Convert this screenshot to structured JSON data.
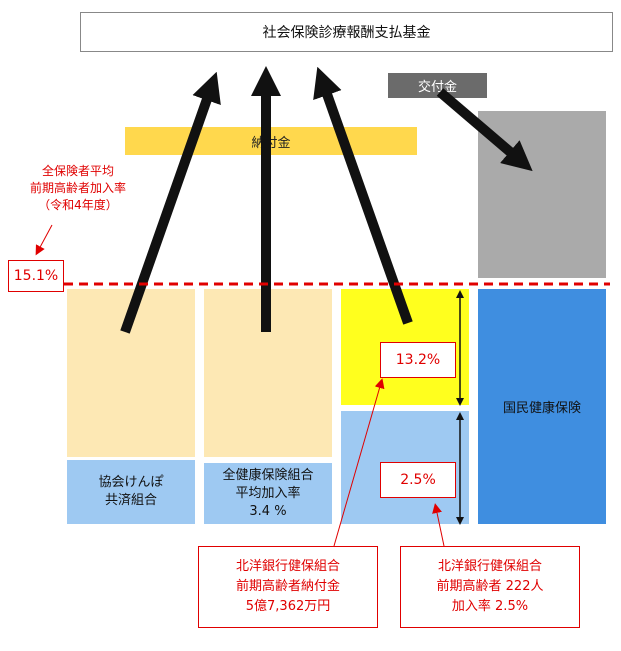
{
  "fund_title": "社会保険診療報酬支払基金",
  "grant_label": "交付金",
  "contribution_label": "納付金",
  "avg_rate_note": [
    "全保険者平均",
    "前期高齢者加入率",
    "（令和4年度）"
  ],
  "avg_rate_value": "15.1%",
  "insurers": {
    "kyokai": [
      "協会けんぽ",
      "共済組合"
    ],
    "kenpo_union": [
      "全健康保険組合",
      "平均加入率",
      "3.4 %"
    ],
    "national": "国民健康保険"
  },
  "hokuyo_upper_pct": "13.2%",
  "hokuyo_lower_pct": "2.5%",
  "note_payment": [
    "北洋銀行健保組合",
    "前期高齢者納付金",
    "5億7,362万円"
  ],
  "note_enrollment": [
    "北洋銀行健保組合",
    "前期高齢者 222人",
    "加入率 2.5%"
  ],
  "colors": {
    "accent_red": "#e00000",
    "contribution_yellow": "#ffd84d",
    "grant_gray": "#6b6b6b",
    "national_blue": "#3f8ee0",
    "light_blue": "#9ec9f2",
    "beige": "#fde8b4",
    "highlight_yellow": "#ffff1e"
  }
}
